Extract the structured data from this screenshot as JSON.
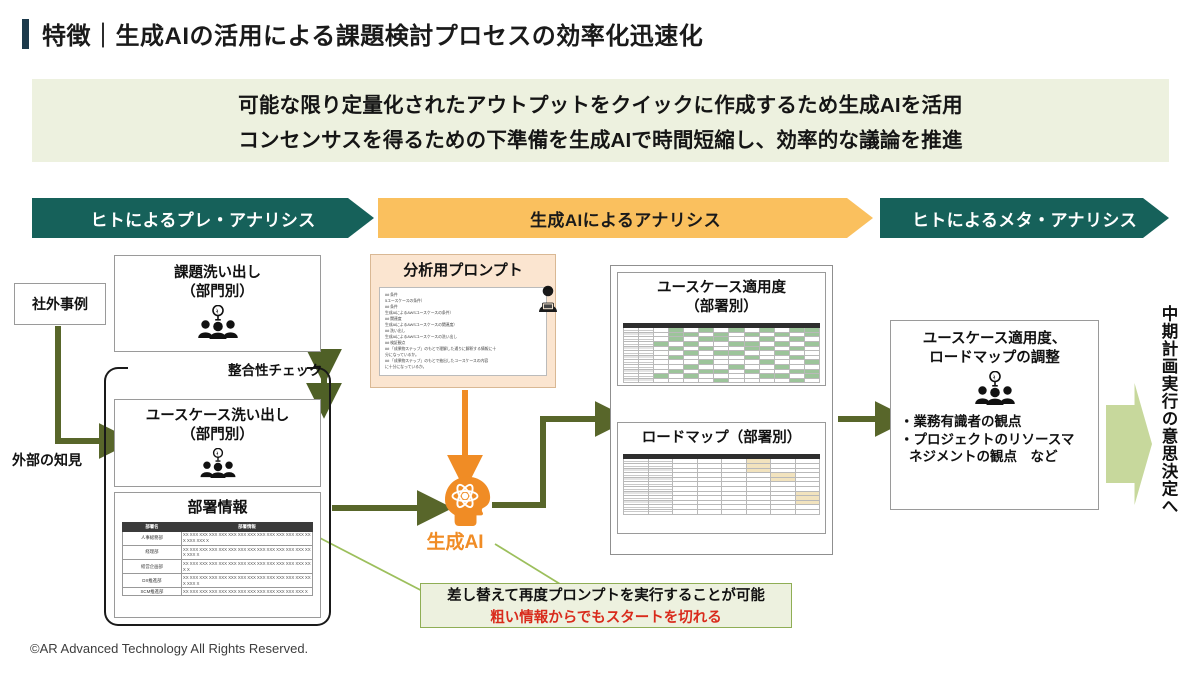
{
  "title": {
    "label": "特徴",
    "separator": "｜",
    "text": "特徴｜生成AIの活用による課題検討プロセスの効率化迅速化"
  },
  "subtitle": {
    "line1": "可能な限り定量化されたアウトプットをクイックに作成するため生成AIを活用",
    "line2": "コンセンサスを得るための下準備を生成AIで時間短縮し、効率的な議論を推進"
  },
  "phases": [
    {
      "label": "ヒトによるプレ・アナリシス",
      "color": "#16615A",
      "text_color": "#FFFFFF"
    },
    {
      "label": "生成AIによるアナリシス",
      "color": "#FAC05E",
      "text_color": "#1A1A1A"
    },
    {
      "label": "ヒトによるメタ・アナリシス",
      "color": "#16615A",
      "text_color": "#FFFFFF"
    }
  ],
  "left": {
    "external_case": "社外事例",
    "external_knowledge": "外部の知見",
    "issue_box": {
      "line1": "課題洗い出し",
      "line2": "（部門別）"
    },
    "consistency_check": "整合性チェック",
    "usecase_box": {
      "line1": "ユースケース洗い出し",
      "line2": "（部門別）"
    },
    "dept_table": {
      "title": "部署情報",
      "headers": [
        "部署名",
        "部署情報"
      ],
      "rows": [
        {
          "name": "人事総務部",
          "info": "XX XXX XXX XXX XXX XXX XXX XXX XXX XXX XXX XXX XXX XXX XXX XXX X"
        },
        {
          "name": "経理部",
          "info": "XX XXX XXX XXX XXX XXX XXX XXX XXX XXX XXX XXX XXX XXX XXX X"
        },
        {
          "name": "経営企画部",
          "info": "XX XXX XXX XXX XXX XXX XXX XXX XXX XXX XXX XXX XXX XXX X"
        },
        {
          "name": "DX推進部",
          "info": "XX XXX XXX XXX XXX XXX XXX XXX XXX XXX XXX XXX XXX XXX XXX X"
        },
        {
          "name": "SCM推進部",
          "info": "XX XXX XXX XXX XXX XXX XXX XXX XXX XXX XXX XXX XXX X"
        }
      ]
    }
  },
  "middle": {
    "prompt_title": "分析用プロンプト",
    "prompt_lines": [
      "## 条件",
      "5ユースケースの条件）",
      "## 条件",
      "生成AIによるAWSユースケースの条件）",
      "## 関連度",
      "生成AIによるAWSユースケースの関連度）",
      "## 洗い出し",
      "生成AIによるAWSユースケースの洗い出し",
      "## 検証観点",
      "## 「成果物ステップ」のもとで理解した通りに解釈する情報に十",
      "分になっているか。",
      "## 「成果物ステップ」のもとで抽出したユースケースの内容",
      "に十分になっているか。"
    ],
    "ai_label": "生成AI",
    "ai_icon": "brain-head-icon"
  },
  "outputs": {
    "applicability": {
      "line1": "ユースケース適用度",
      "line2": "（部署別）"
    },
    "roadmap": {
      "line1": "ロードマップ（部署別）"
    }
  },
  "right": {
    "adjust_title_l1": "ユースケース適用度、",
    "adjust_title_l2": "ロードマップの調整",
    "bullets": [
      "・業務有識者の観点",
      "・プロジェクトのリソースマ",
      "ネジメントの観点　など"
    ],
    "final_text": "中期計画実行の意思決定へ"
  },
  "callout": {
    "line1": "差し替えて再度プロンプトを実行することが可能",
    "line2": "粗い情報からでもスタートを切れる",
    "line2_color": "#D92B1C"
  },
  "footer": "©AR Advanced Technology All Rights Reserved.",
  "colors": {
    "teal": "#16615A",
    "orange_band": "#FAC05E",
    "ai_orange": "#F08C25",
    "olive_arrow": "#58662A",
    "light_green": "#C7D89C",
    "band_bg": "#EDF1DF",
    "title_bar": "#1C3A4B"
  }
}
